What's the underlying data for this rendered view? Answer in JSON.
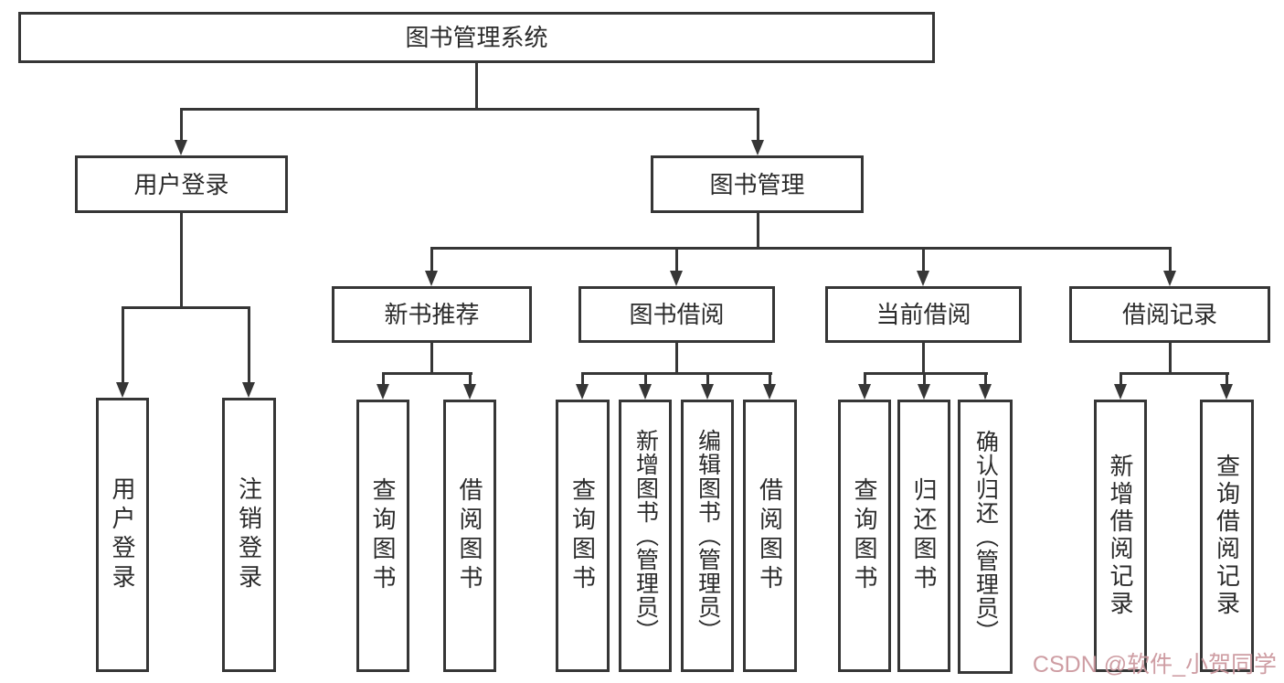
{
  "colors": {
    "line": "#363636",
    "text": "#2b2b2b",
    "background": "#ffffff",
    "watermark": "#c58c93"
  },
  "watermark": {
    "text": "CSDN @软件_小贺同学"
  },
  "diagram": {
    "root": {
      "label": "图书管理系统"
    },
    "level2": [
      {
        "label": "用户登录"
      },
      {
        "label": "图书管理"
      }
    ],
    "level3": [
      {
        "label": "新书推荐"
      },
      {
        "label": "图书借阅"
      },
      {
        "label": "当前借阅"
      },
      {
        "label": "借阅记录"
      }
    ],
    "leaves": {
      "user_login": [
        "用户登录",
        "注销登录"
      ],
      "new_book_recommendation": [
        "查询图书",
        "借阅图书"
      ],
      "book_borrowing": [
        "查询图书",
        "新增图书（管理员）",
        "编辑图书（管理员）",
        "借阅图书"
      ],
      "current_borrowing": [
        "查询图书",
        "归还图书",
        "确认归还（管理员）"
      ],
      "borrowing_records": [
        "新增借阅记录",
        "查询借阅记录"
      ]
    }
  }
}
